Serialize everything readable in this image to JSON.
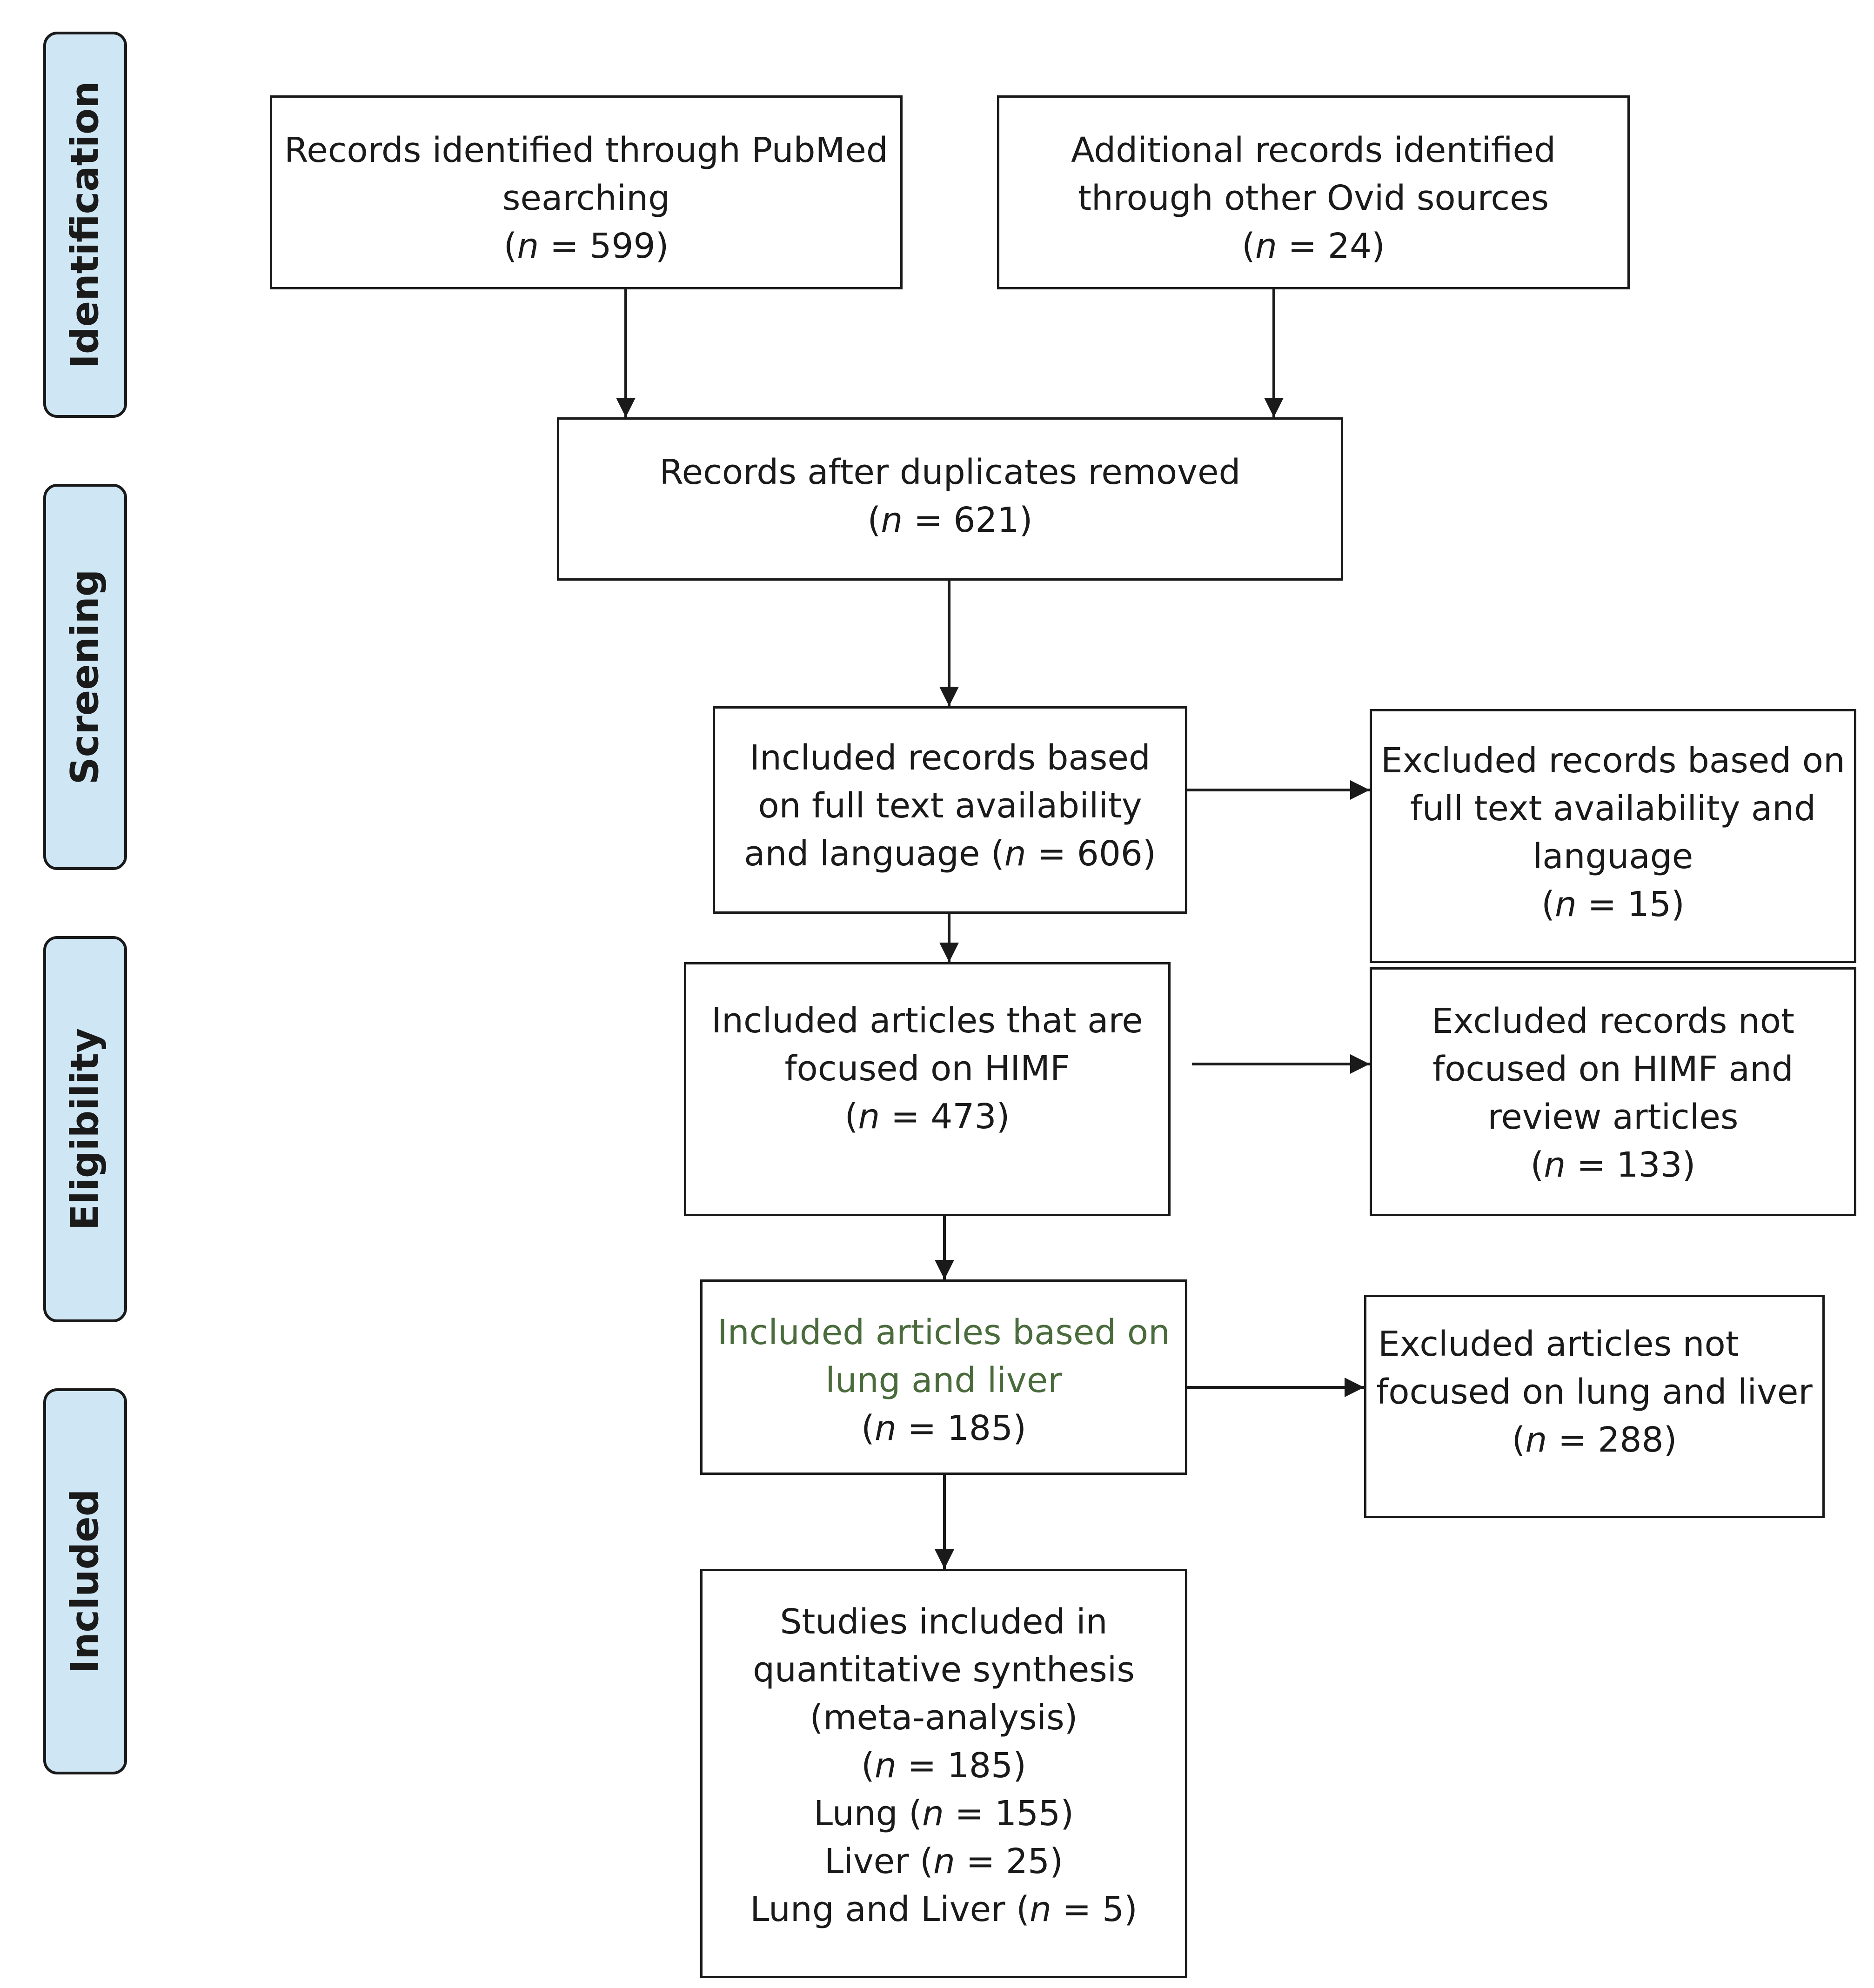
{
  "phases": {
    "identification": "Identification",
    "screening": "Screening",
    "eligibility": "Eligibility",
    "included": "Included"
  },
  "boxes": {
    "pubmed": {
      "line1": "Records identified through PubMed",
      "line2": "searching",
      "n_prefix": "(",
      "n_var": "n",
      "n_value": " = 599)"
    },
    "ovid": {
      "line1": "Additional records identified",
      "line2": "through other Ovid sources",
      "n_prefix": "(",
      "n_var": "n",
      "n_value": " = 24)"
    },
    "duplicates": {
      "line1": "Records after duplicates removed",
      "n_prefix": "(",
      "n_var": "n",
      "n_value": " = 621)"
    },
    "fulltext_included": {
      "line1": "Included records based",
      "line2": "on full text availability",
      "line3_prefix": "and language (",
      "n_var": "n",
      "n_value": " = 606)"
    },
    "fulltext_excluded": {
      "line1": "Excluded records based on",
      "line2": "full text availability and",
      "line3": "language",
      "n_prefix": "(",
      "n_var": "n",
      "n_value": " = 15)"
    },
    "himf_included": {
      "line1": "Included articles that are",
      "line2": "focused on HIMF",
      "n_prefix": "(",
      "n_var": "n",
      "n_value": " = 473)"
    },
    "himf_excluded": {
      "line1": "Excluded records not",
      "line2": "focused on HIMF and",
      "line3": "review articles",
      "n_prefix": "(",
      "n_var": "n",
      "n_value": " = 133)"
    },
    "organ_included": {
      "line1": "Included articles based on",
      "line2": "lung and liver",
      "n_prefix": "(",
      "n_var": "n",
      "n_value": " = 185)"
    },
    "organ_excluded": {
      "line1": "Excluded articles not",
      "line2": "focused on lung and liver",
      "n_prefix": "(",
      "n_var": "n",
      "n_value": " = 288)"
    },
    "final": {
      "line1": "Studies included in",
      "line2": "quantitative synthesis",
      "line3": "(meta-analysis)",
      "total_prefix": "(",
      "total_var": "n",
      "total_value": " = 185)",
      "lung_prefix": "Lung (",
      "lung_var": "n",
      "lung_value": " = 155)",
      "liver_prefix": "Liver (",
      "liver_var": "n",
      "liver_value": " = 25)",
      "both_prefix": "Lung and Liver (",
      "both_var": "n",
      "both_value": " = 5)"
    }
  },
  "colors": {
    "phase_fill": "#cfe6f5",
    "line": "#1a1a1a",
    "highlight_text": "#4a6b3c"
  }
}
